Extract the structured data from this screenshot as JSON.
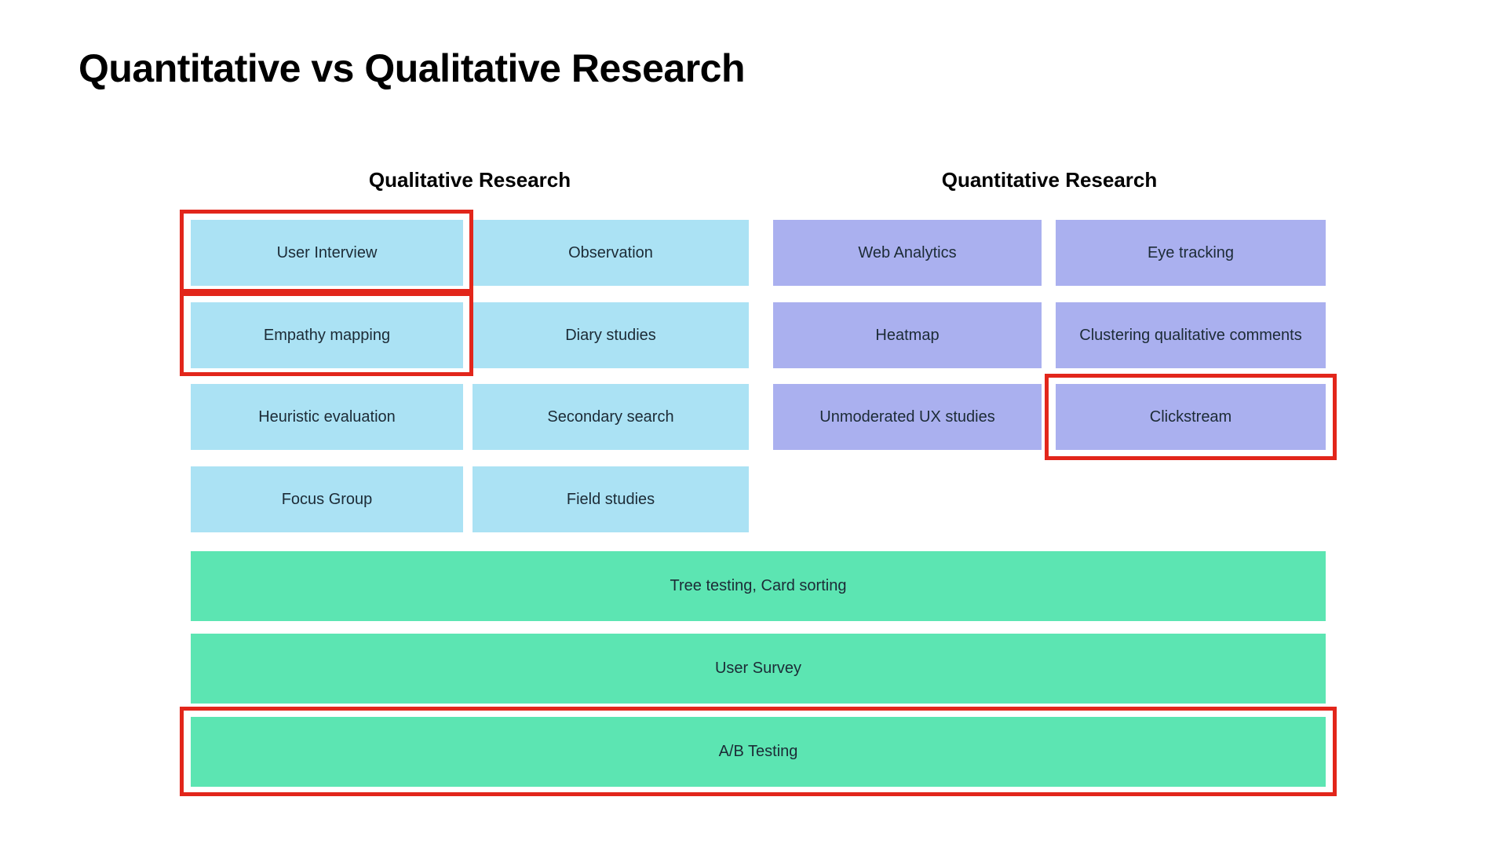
{
  "page": {
    "title": "Quantitative vs Qualitative Research"
  },
  "sections": {
    "qualitative": {
      "header": "Qualitative Research",
      "items": [
        "User Interview",
        "Observation",
        "Empathy mapping",
        "Diary studies",
        "Heuristic evaluation",
        "Secondary search",
        "Focus Group",
        "Field studies"
      ]
    },
    "quantitative": {
      "header": "Quantitative Research",
      "items": [
        "Web Analytics",
        "Eye tracking",
        "Heatmap",
        "Clustering qualitative comments",
        "Unmoderated UX studies",
        "Clickstream"
      ]
    },
    "shared": {
      "items": [
        "Tree testing, Card sorting",
        "User Survey",
        "A/B Testing"
      ]
    }
  },
  "highlighted_items": [
    "User Interview",
    "Empathy mapping",
    "Clickstream",
    "A/B Testing"
  ],
  "colors": {
    "qualitative_box": "#abe2f4",
    "quantitative_box": "#aab0ef",
    "shared_box": "#5ce5b2",
    "highlight_outline": "#e2261b",
    "box_text": "#1c2b36",
    "heading_text": "#000000",
    "background": "#ffffff"
  }
}
